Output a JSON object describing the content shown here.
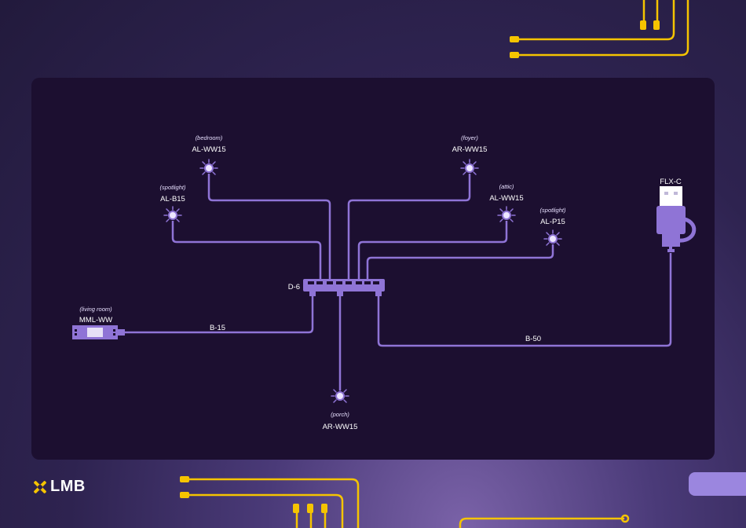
{
  "brand": {
    "logo_text": "LMB"
  },
  "colors": {
    "wire": "#8f74d6",
    "accent": "#f5c400",
    "panel": "#1c0f30"
  },
  "diagram": {
    "hub": {
      "label": "D-6"
    },
    "power": {
      "label": "FLX-C"
    },
    "cables": {
      "left": "B-15",
      "right": "B-50"
    },
    "strip": {
      "location": "(living room)",
      "model": "MML-WW"
    },
    "lights": [
      {
        "location": "(bedroom)",
        "model": "AL-WW15"
      },
      {
        "location": "(foyer)",
        "model": "AR-WW15"
      },
      {
        "location": "(spotlight)",
        "model": "AL-B15"
      },
      {
        "location": "(attic)",
        "model": "AL-WW15"
      },
      {
        "location": "(spotlight)",
        "model": "AL-P15"
      },
      {
        "location": "(porch)",
        "model": "AR-WW15"
      }
    ]
  }
}
